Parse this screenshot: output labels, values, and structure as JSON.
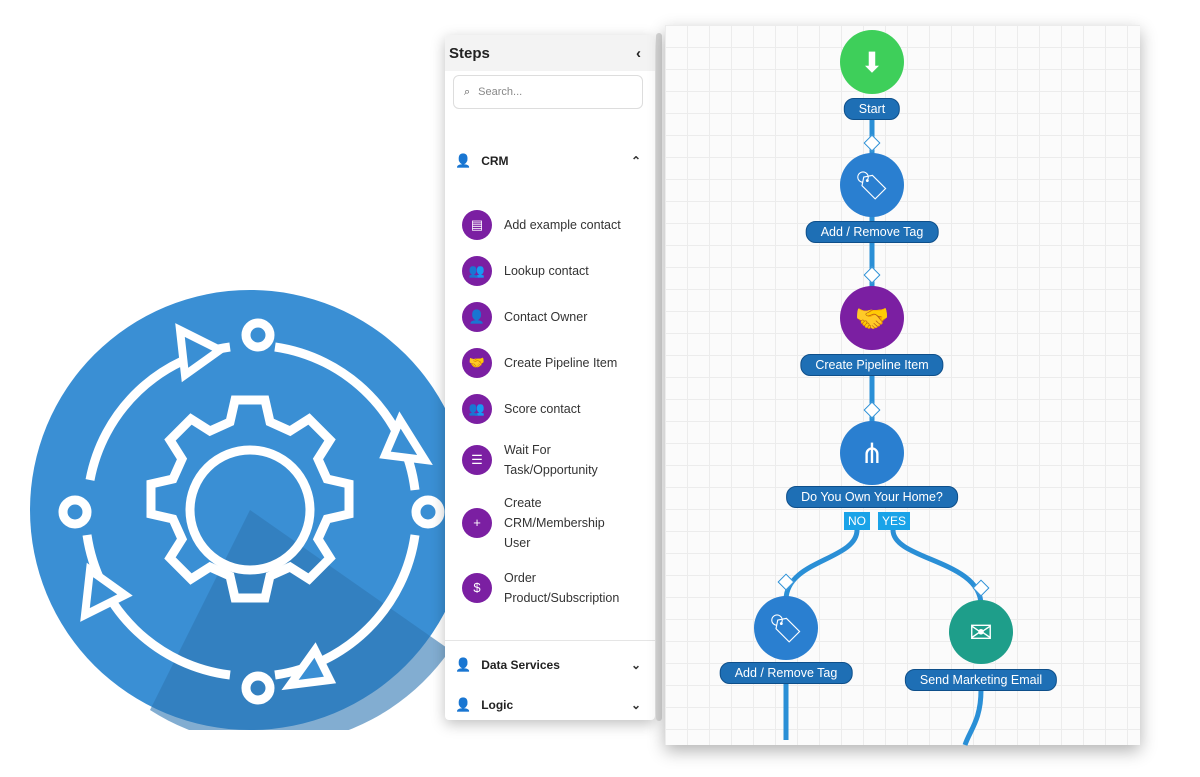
{
  "sidebar": {
    "title": "Steps",
    "collapse_icon": "chevron-left-icon",
    "search_placeholder": "Search...",
    "sections": [
      {
        "label": "CRM",
        "expanded": true
      },
      {
        "label": "Data Services",
        "expanded": false
      },
      {
        "label": "Logic",
        "expanded": false
      }
    ],
    "items": [
      {
        "label": "Add example contact",
        "icon": "contact-card-icon"
      },
      {
        "label": "Lookup contact",
        "icon": "users-search-icon"
      },
      {
        "label": "Contact Owner",
        "icon": "user-owner-icon"
      },
      {
        "label": "Create Pipeline Item",
        "icon": "handshake-icon"
      },
      {
        "label": "Score contact",
        "icon": "users-score-icon"
      },
      {
        "label": "Wait For Task/Opportunity",
        "icon": "checklist-icon"
      },
      {
        "label": "Create CRM/Membership User",
        "icon": "user-add-icon"
      },
      {
        "label": "Order Product/Subscription",
        "icon": "order-icon"
      }
    ]
  },
  "flow": {
    "nodes": [
      {
        "label": "Start",
        "color": "#3ecf5a"
      },
      {
        "label": "Add / Remove Tag",
        "color": "#2a7fd0"
      },
      {
        "label": "Create Pipeline Item",
        "color": "#7b1fa2"
      },
      {
        "label": "Do You Own Your Home?",
        "color": "#2a7fd0"
      },
      {
        "label": "Add / Remove Tag",
        "color": "#2a7fd0"
      },
      {
        "label": "Send Marketing Email",
        "color": "#1e9e8a"
      }
    ],
    "branches": {
      "no": "NO",
      "yes": "YES"
    }
  },
  "colors": {
    "logo": "#3a8fd4",
    "accent": "#1e6fb5",
    "purple": "#7b1fa2"
  }
}
